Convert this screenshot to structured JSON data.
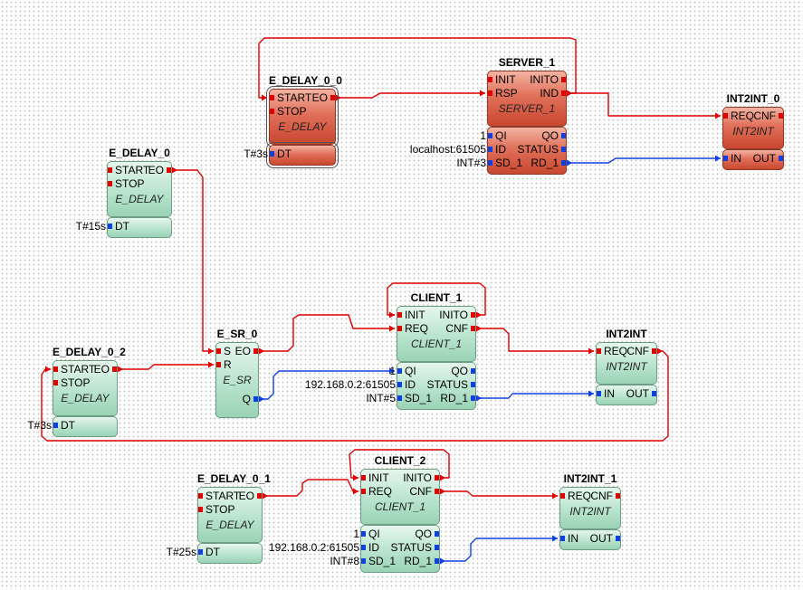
{
  "blocks": {
    "server_1": {
      "name": "SERVER_1",
      "type": "SERVER_1",
      "events_in": [
        "INIT",
        "RSP"
      ],
      "events_out": [
        "INITO",
        "IND"
      ],
      "data_in": [
        "QI",
        "ID",
        "SD_1"
      ],
      "data_out": [
        "QO",
        "STATUS",
        "RD_1"
      ],
      "consts": [
        "1",
        "localhost:61505",
        "INT#3"
      ]
    },
    "e_delay_0_0": {
      "name": "E_DELAY_0_0",
      "type": "E_DELAY",
      "events_in": [
        "START",
        "STOP"
      ],
      "events_out": [
        "EO"
      ],
      "data_in": [
        "DT"
      ],
      "data_out": [],
      "consts": [
        "T#3s"
      ]
    },
    "int2int_0": {
      "name": "INT2INT_0",
      "type": "INT2INT",
      "events_in": [
        "REQ"
      ],
      "events_out": [
        "CNF"
      ],
      "data_in": [
        "IN"
      ],
      "data_out": [
        "OUT"
      ],
      "consts": []
    },
    "e_delay_0": {
      "name": "E_DELAY_0",
      "type": "E_DELAY",
      "events_in": [
        "START",
        "STOP"
      ],
      "events_out": [
        "EO"
      ],
      "data_in": [
        "DT"
      ],
      "data_out": [],
      "consts": [
        "T#15s"
      ]
    },
    "client_1": {
      "name": "CLIENT_1",
      "type": "CLIENT_1",
      "events_in": [
        "INIT",
        "REQ"
      ],
      "events_out": [
        "INITO",
        "CNF"
      ],
      "data_in": [
        "QI",
        "ID",
        "SD_1"
      ],
      "data_out": [
        "QO",
        "STATUS",
        "RD_1"
      ],
      "consts": [
        "1",
        "192.168.0.2:61505",
        "INT#5"
      ]
    },
    "e_sr_0": {
      "name": "E_SR_0",
      "type": "E_SR",
      "events_in": [
        "S",
        "R"
      ],
      "events_out": [
        "EO"
      ],
      "data_in": [],
      "data_out": [
        "Q"
      ],
      "consts": []
    },
    "int2int": {
      "name": "INT2INT",
      "type": "INT2INT",
      "events_in": [
        "REQ"
      ],
      "events_out": [
        "CNF"
      ],
      "data_in": [
        "IN"
      ],
      "data_out": [
        "OUT"
      ],
      "consts": []
    },
    "e_delay_0_2": {
      "name": "E_DELAY_0_2",
      "type": "E_DELAY",
      "events_in": [
        "START",
        "STOP"
      ],
      "events_out": [
        "EO"
      ],
      "data_in": [
        "DT"
      ],
      "data_out": [],
      "consts": [
        "T#3s"
      ]
    },
    "client_2": {
      "name": "CLIENT_2",
      "type": "CLIENT_1",
      "events_in": [
        "INIT",
        "REQ"
      ],
      "events_out": [
        "INITO",
        "CNF"
      ],
      "data_in": [
        "QI",
        "ID",
        "SD_1"
      ],
      "data_out": [
        "QO",
        "STATUS",
        "RD_1"
      ],
      "consts": [
        "1",
        "192.168.0.2:61505",
        "INT#8"
      ]
    },
    "e_delay_0_1": {
      "name": "E_DELAY_0_1",
      "type": "E_DELAY",
      "events_in": [
        "START",
        "STOP"
      ],
      "events_out": [
        "EO"
      ],
      "data_in": [
        "DT"
      ],
      "data_out": [],
      "consts": [
        "T#25s"
      ]
    },
    "int2int_1": {
      "name": "INT2INT_1",
      "type": "INT2INT",
      "events_in": [
        "REQ"
      ],
      "events_out": [
        "CNF"
      ],
      "data_in": [
        "IN"
      ],
      "data_out": [
        "OUT"
      ],
      "consts": []
    }
  },
  "colors": {
    "event_wire": "#e00000",
    "data_wire": "#1040e0",
    "green_block": "#a8dcc0",
    "red_block": "#d85a40"
  }
}
